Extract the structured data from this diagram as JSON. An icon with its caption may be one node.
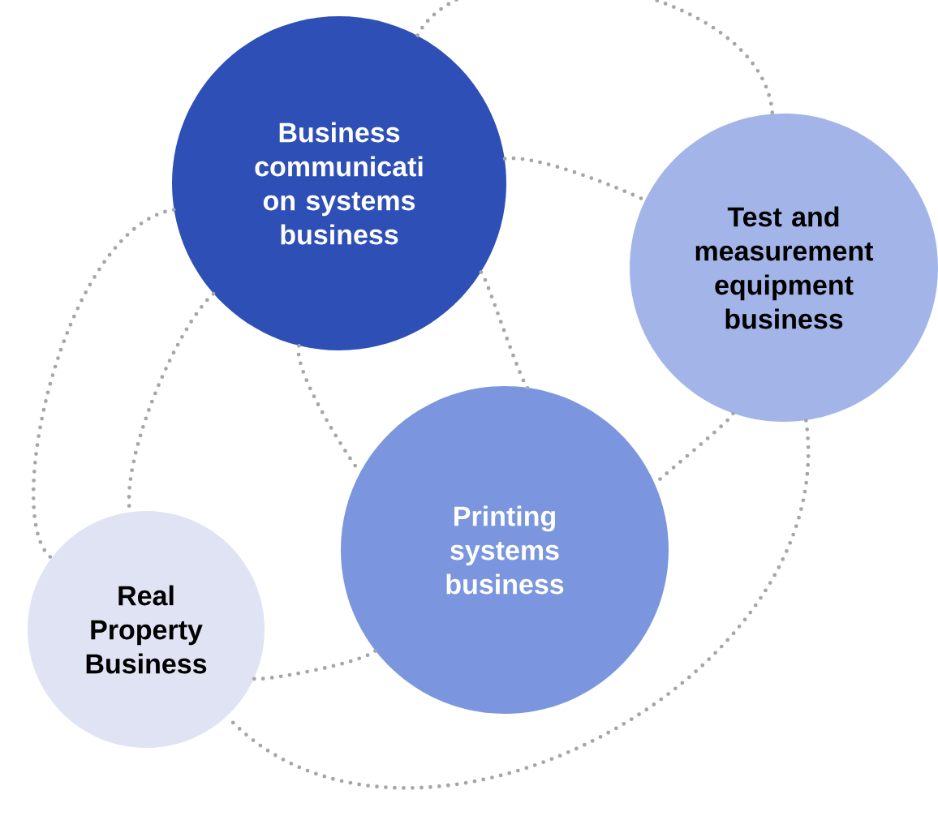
{
  "diagram": {
    "nodes": [
      {
        "text": [
          "Business communicati on systems business"
        ]
      },
      {
        "text": [
          "Test and measurement equipment business"
        ]
      },
      {
        "text": [
          "Printing systems business"
        ]
      },
      {
        "text": [
          "Real Property Business"
        ]
      }
    ],
    "edges": [
      {
        "from": 0,
        "to": 1,
        "arrow": "none",
        "style": "dashed"
      },
      {
        "from": 0,
        "to": 1,
        "arrow": "none",
        "style": "dashed"
      },
      {
        "from": 0,
        "to": 2,
        "arrow": "none",
        "style": "dashed"
      },
      {
        "from": 0,
        "to": 2,
        "arrow": "none",
        "style": "dashed"
      },
      {
        "from": 1,
        "to": 2,
        "arrow": "none",
        "style": "dashed"
      },
      {
        "from": 1,
        "to": 3,
        "arrow": "none",
        "style": "dashed"
      },
      {
        "from": 2,
        "to": 3,
        "arrow": "none",
        "style": "dashed"
      },
      {
        "from": 0,
        "to": 3,
        "arrow": "none",
        "style": "dashed"
      },
      {
        "from": 0,
        "to": 3,
        "arrow": "none",
        "style": "dashed"
      }
    ]
  }
}
